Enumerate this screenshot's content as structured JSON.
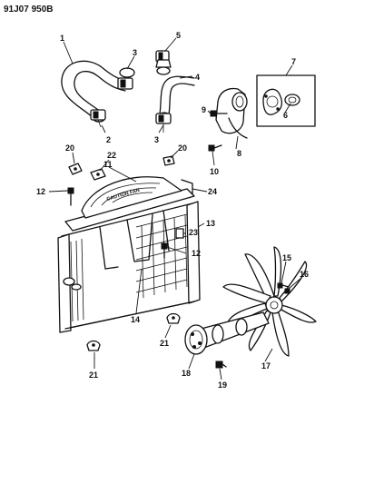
{
  "header": {
    "code": "91J07 950B"
  },
  "fan_shroud": {
    "warning_text": "CAUTION FAN"
  },
  "callouts": {
    "c1": "1",
    "c2": "2",
    "c3a": "3",
    "c3b": "3",
    "c4": "4",
    "c5": "5",
    "c6": "6",
    "c7": "7",
    "c8": "8",
    "c9": "9",
    "c10": "10",
    "c11": "11",
    "c12a": "12",
    "c12b": "12",
    "c13": "13",
    "c14": "14",
    "c15": "15",
    "c16": "16",
    "c17": "17",
    "c18": "18",
    "c19": "19",
    "c20a": "20",
    "c20b": "20",
    "c21a": "21",
    "c21b": "21",
    "c22": "22",
    "c23": "23",
    "c24": "24"
  }
}
